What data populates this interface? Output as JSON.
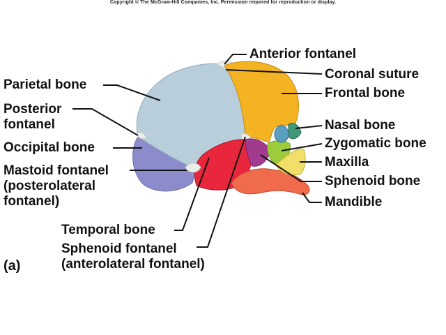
{
  "copyright": "Copyright © The McGraw-Hill Companies, Inc. Permission required for reproduction or display.",
  "panel_label": "(a)",
  "labels": {
    "anterior_fontanel": "Anterior fontanel",
    "coronal_suture": "Coronal suture",
    "frontal_bone": "Frontal bone",
    "nasal_bone": "Nasal bone",
    "zygomatic_bone": "Zygomatic bone",
    "maxilla": "Maxilla",
    "sphenoid_bone": "Sphenoid bone",
    "mandible": "Mandible",
    "parietal_bone": "Parietal bone",
    "posterior_fontanel": [
      "Posterior",
      "fontanel"
    ],
    "occipital_bone": "Occipital bone",
    "mastoid_fontanel": [
      "Mastoid fontanel",
      "(posterolateral",
      "fontanel)"
    ],
    "temporal_bone": "Temporal bone",
    "sphenoid_fontanel": [
      "Sphenoid fontanel",
      "(anterolateral fontanel)"
    ]
  },
  "colors": {
    "parietal": "#b9cedb",
    "frontal": "#f4b322",
    "occipital": "#8c8ccc",
    "temporal": "#e8273c",
    "mandible": "#f06a4c",
    "sphenoid": "#a23a8e",
    "zygomatic": "#9dcc3b",
    "maxilla": "#f2df6a",
    "nasal": "#3f9a7a",
    "fontanel": "#eceeea"
  }
}
